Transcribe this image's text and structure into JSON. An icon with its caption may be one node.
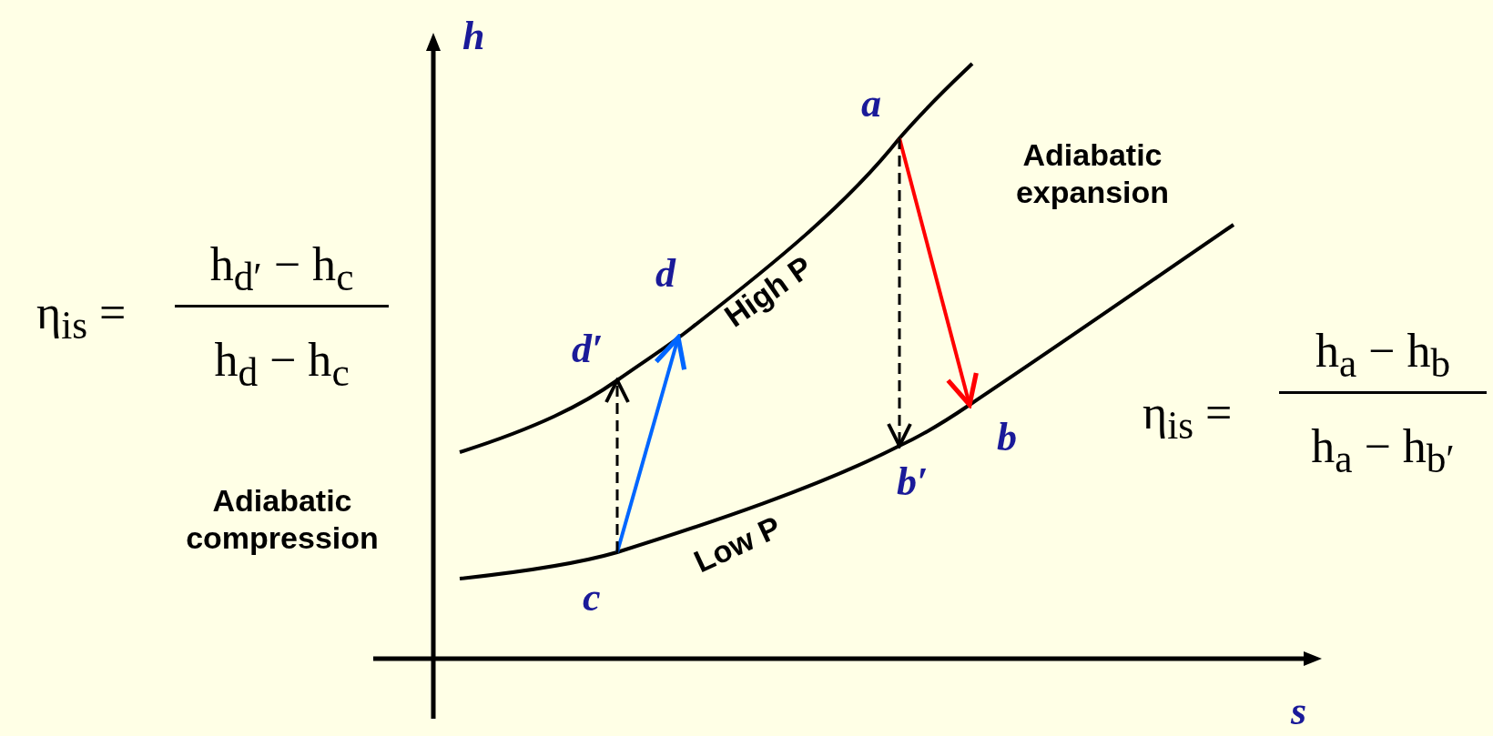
{
  "diagram": {
    "nodes": [
      {
        "text": [
          "a"
        ]
      },
      {
        "text": [
          "b"
        ]
      },
      {
        "text": [
          "b′"
        ]
      },
      {
        "text": [
          "c"
        ]
      },
      {
        "text": [
          "d"
        ]
      },
      {
        "text": [
          "d′"
        ]
      }
    ],
    "edges": [
      {
        "from": 0,
        "to": 1,
        "arrow": "to",
        "color": "#ff0000"
      },
      {
        "from": 0,
        "to": 2,
        "arrow": "to",
        "style": "dashed"
      },
      {
        "from": 3,
        "to": 4,
        "arrow": "to",
        "color": "#0066ff"
      },
      {
        "from": 3,
        "to": 5,
        "arrow": "to",
        "style": "dashed"
      }
    ],
    "labels": [
      "h",
      "High P",
      "Adiabatic expansion",
      "η$_{is}$ =",
      "h$_{d′}$ − h$_{c}$",
      "h$_{d}$ − h$_{c}$",
      "η$_{is}$ =",
      "h$_{a}$ − h$_{b}$",
      "h$_{a}$ − h$_{b′}$",
      "Adiabatic compression",
      "Low P",
      "s"
    ]
  }
}
